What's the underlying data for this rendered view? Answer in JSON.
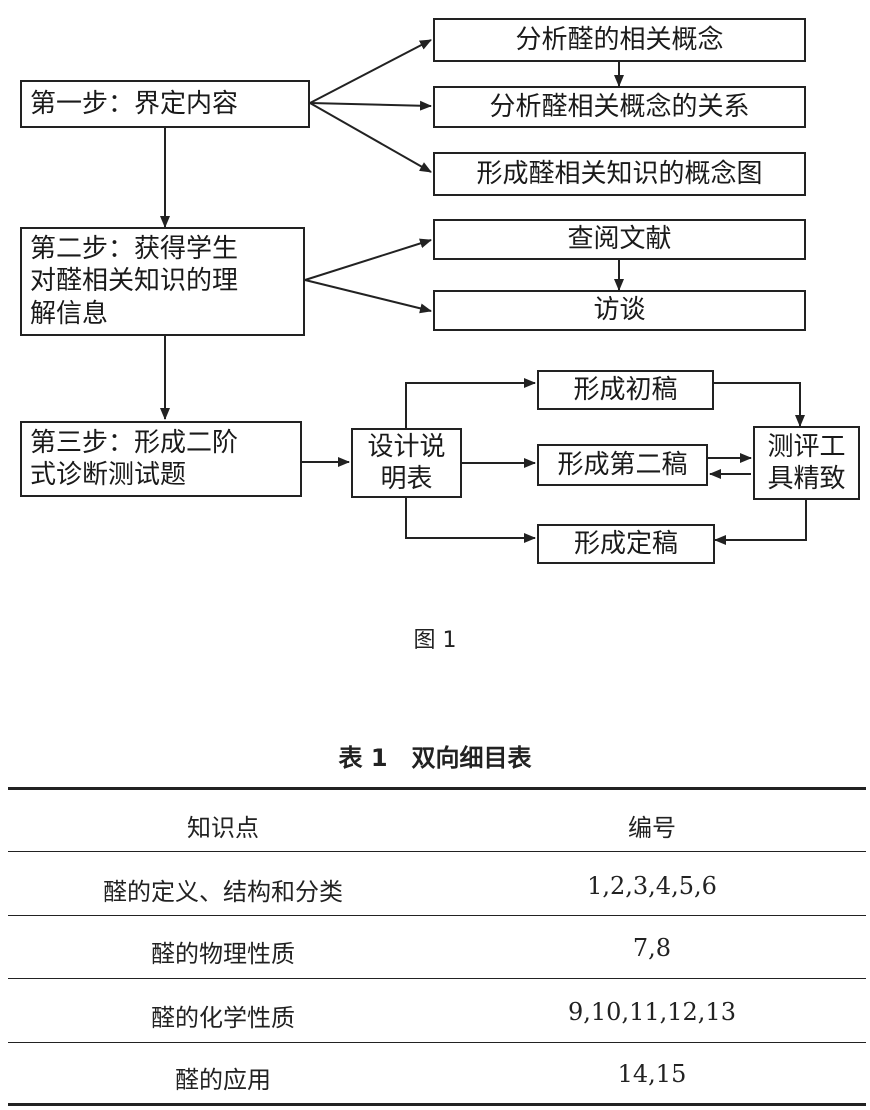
{
  "flowchart": {
    "step1": "第一步：界定内容",
    "step2": "第二步：获得学生对醛相关知识的理解信息",
    "step2_lines": [
      "第二步：获得学生",
      "对醛相关知识的理",
      "解信息"
    ],
    "step3_lines": [
      "第三步：形成二阶",
      "式诊断测试题"
    ],
    "analyze_concept": "分析醛的相关概念",
    "analyze_relation": "分析醛相关概念的关系",
    "concept_map": "形成醛相关知识的概念图",
    "literature": "查阅文献",
    "interview": "访谈",
    "design_table_lines": [
      "设计说",
      "明表"
    ],
    "first_draft": "形成初稿",
    "second_draft": "形成第二稿",
    "final_draft": "形成定稿",
    "refine_lines": [
      "测评工",
      "具精致"
    ]
  },
  "figure_caption": "图 1",
  "table": {
    "title": "表 1　双向细目表",
    "headers": [
      "知识点",
      "编号"
    ],
    "rows": [
      [
        "醛的定义、结构和分类",
        "1,2,3,4,5,6"
      ],
      [
        "醛的物理性质",
        "7,8"
      ],
      [
        "醛的化学性质",
        "9,10,11,12,13"
      ],
      [
        "醛的应用",
        "14,15"
      ]
    ]
  }
}
